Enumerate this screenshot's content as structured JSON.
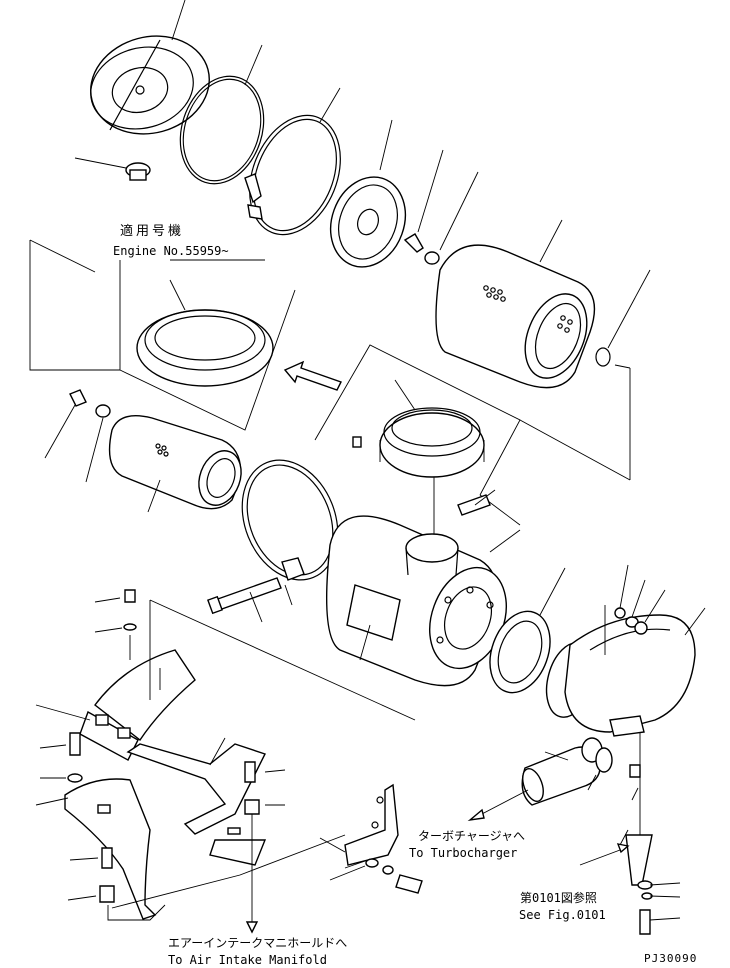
{
  "notes": {
    "applicable_jp": "適用号機",
    "engine_no": "Engine No.55959~",
    "turbo_jp": "ターボチャージャへ",
    "turbo_en": "To Turbocharger",
    "intake_jp": "エアーインテークマニホールドへ",
    "intake_en": "To Air Intake Manifold",
    "fig_jp": "第0101図参照",
    "fig_en": "See Fig.0101"
  },
  "drawing_number": "PJ30090"
}
